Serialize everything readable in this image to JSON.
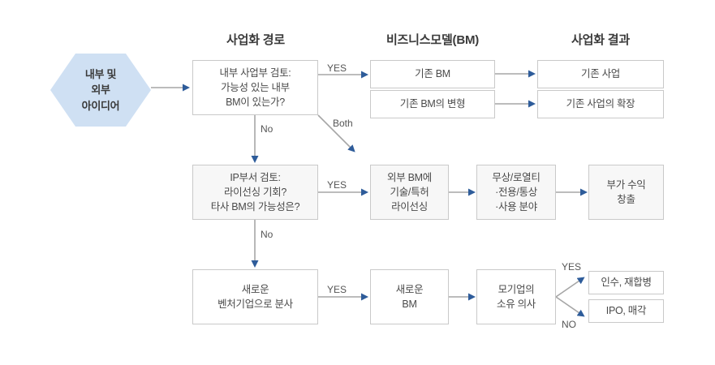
{
  "diagram": {
    "title_hidden": "",
    "colors": {
      "hex_fill": "#cfe0f3",
      "box_fill_white": "#ffffff",
      "box_fill_gray": "#f7f7f7",
      "box_border": "#c9c9c9",
      "line": "#a6a6a6",
      "arrowhead": "#2e5c9a",
      "title_text": "#3b3b3b",
      "body_text": "#4a4a4a"
    },
    "column_titles": [
      {
        "id": "path",
        "label": "사업화 경로"
      },
      {
        "id": "bm",
        "label": "비즈니스모델(BM)"
      },
      {
        "id": "result",
        "label": "사업화 결과"
      }
    ],
    "start_node": {
      "id": "start-idea",
      "lines": [
        "내부 및",
        "외부",
        "아이디어"
      ]
    },
    "nodes": [
      {
        "id": "internal-review",
        "lines": [
          "내부 사업부 검토:",
          "가능성 있는 내부",
          "BM이 있는가?"
        ]
      },
      {
        "id": "existing-bm",
        "lines": [
          "기존 BM"
        ]
      },
      {
        "id": "modified-bm",
        "lines": [
          "기존 BM의 변형"
        ]
      },
      {
        "id": "existing-business",
        "lines": [
          "기존 사업"
        ]
      },
      {
        "id": "business-expansion",
        "lines": [
          "기존 사업의 확장"
        ]
      },
      {
        "id": "ip-review",
        "lines": [
          "IP부서 검토:",
          "라이선싱 기회?",
          "타사 BM의 가능성은?"
        ]
      },
      {
        "id": "external-licensing",
        "lines": [
          "외부 BM에",
          "기술/특허",
          "라이선싱"
        ]
      },
      {
        "id": "royalty",
        "lines": [
          "무상/로열티",
          "·전용/통상",
          "·사용 분야"
        ]
      },
      {
        "id": "extra-revenue",
        "lines": [
          "부가 수익",
          "창출"
        ]
      },
      {
        "id": "spinoff",
        "lines": [
          "새로운",
          "벤처기업으로 분사"
        ]
      },
      {
        "id": "new-bm",
        "lines": [
          "새로운",
          "BM"
        ]
      },
      {
        "id": "parent-ownership",
        "lines": [
          "모기업의",
          "소유 의사"
        ]
      },
      {
        "id": "acquisition-merger",
        "lines": [
          "인수, 재합병"
        ]
      },
      {
        "id": "ipo-sale",
        "lines": [
          "IPO, 매각"
        ]
      }
    ],
    "edge_labels": [
      {
        "id": "yes-1",
        "label": "YES"
      },
      {
        "id": "no-1",
        "label": "No"
      },
      {
        "id": "both-1",
        "label": "Both"
      },
      {
        "id": "yes-2",
        "label": "YES"
      },
      {
        "id": "no-2",
        "label": "No"
      },
      {
        "id": "yes-3",
        "label": "YES"
      },
      {
        "id": "yes-4",
        "label": "YES"
      },
      {
        "id": "no-4",
        "label": "NO"
      }
    ]
  }
}
